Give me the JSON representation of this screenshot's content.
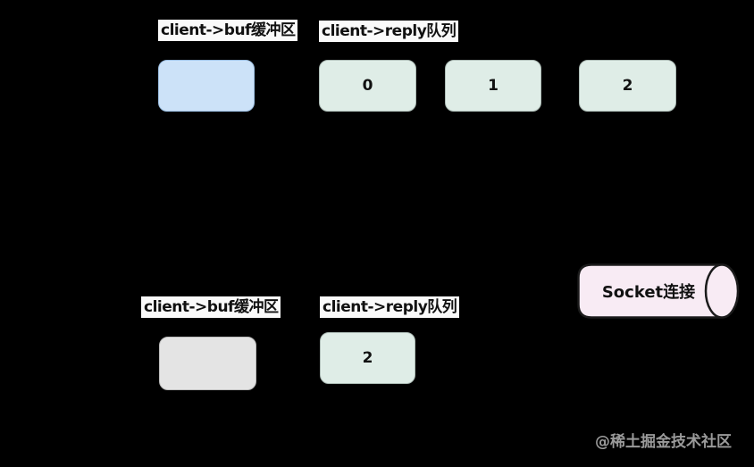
{
  "background_color": "#000000",
  "top_section": {
    "buf_label": "client->buf缓冲区",
    "reply_label": "client->reply队列",
    "buf_box": {
      "value": "",
      "fill": "#cce2f8",
      "border": "#9cbfe2"
    },
    "reply_queue_fill": "#dfede7",
    "reply_queue_border": "#aebdb7",
    "reply_items": [
      {
        "value": "0"
      },
      {
        "value": "1"
      },
      {
        "value": "2"
      }
    ]
  },
  "bottom_section": {
    "buf_label": "client->buf缓冲区",
    "reply_label": "client->reply队列",
    "buf_box": {
      "value": "",
      "fill": "#e4e4e4",
      "border": "#bdbdbd"
    },
    "reply_items": [
      {
        "value": "2"
      }
    ]
  },
  "socket": {
    "label": "Socket连接",
    "fill": "#f8ebf4",
    "stroke": "#1b1b1b"
  },
  "watermark": {
    "text": "@稀土掘金技术社区",
    "color": "#9a9a9a"
  }
}
